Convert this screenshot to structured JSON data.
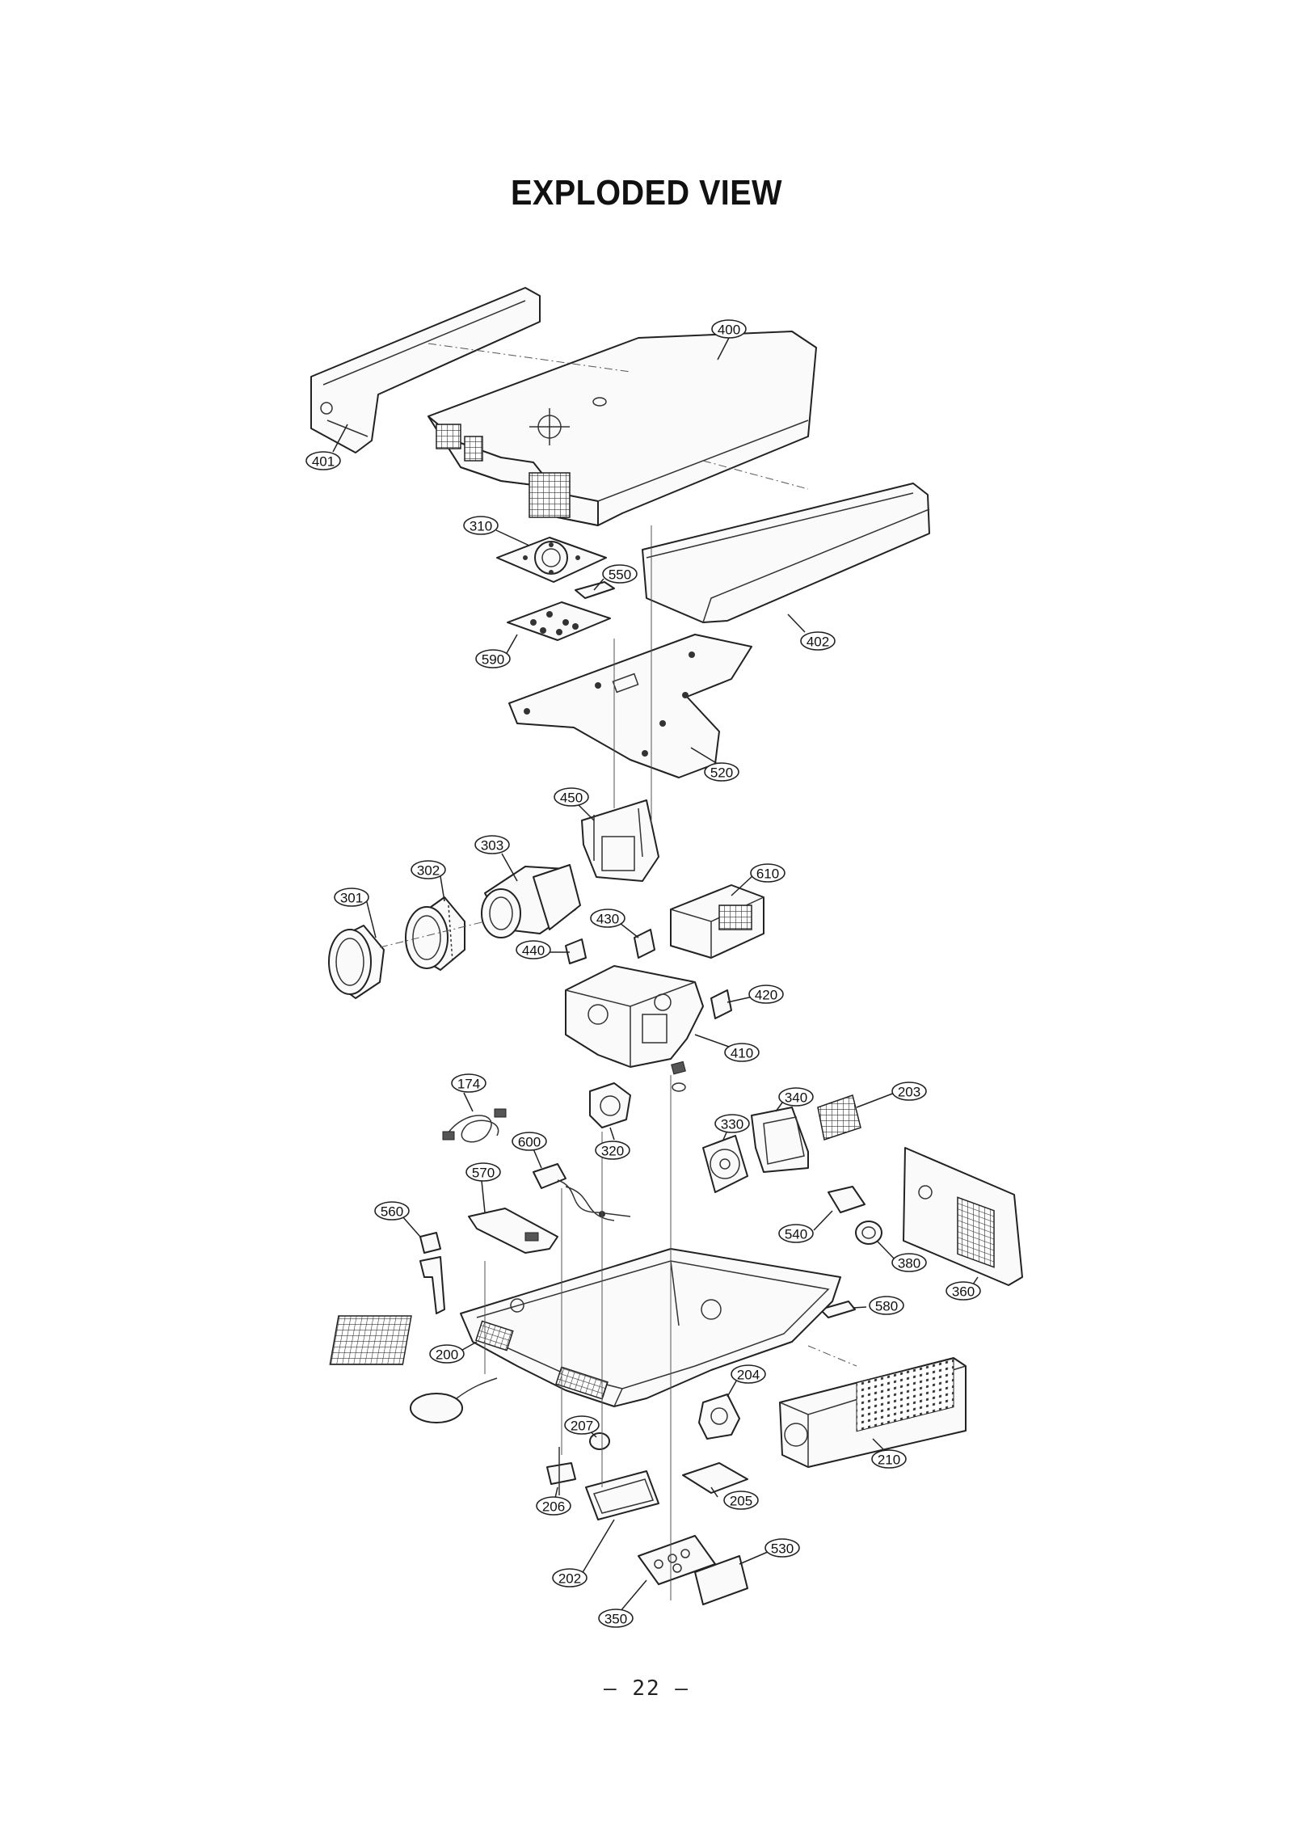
{
  "title": "EXPLODED VIEW",
  "page_number": "– 22 –",
  "callouts": {
    "c400": "400",
    "c401": "401",
    "c402": "402",
    "c310": "310",
    "c550": "550",
    "c590": "590",
    "c520": "520",
    "c450": "450",
    "c303": "303",
    "c302": "302",
    "c301": "301",
    "c610": "610",
    "c430": "430",
    "c440": "440",
    "c420": "420",
    "c410": "410",
    "c174": "174",
    "c203": "203",
    "c340": "340",
    "c330": "330",
    "c320": "320",
    "c600": "600",
    "c570": "570",
    "c560": "560",
    "c540": "540",
    "c380": "380",
    "c360": "360",
    "c580": "580",
    "c200": "200",
    "c204": "204",
    "c207": "207",
    "c210": "210",
    "c206": "206",
    "c205": "205",
    "c202": "202",
    "c530": "530",
    "c350": "350"
  }
}
